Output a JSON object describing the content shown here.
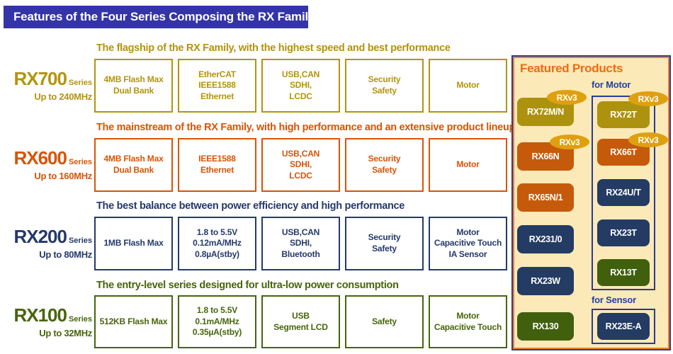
{
  "banner": {
    "title": "Features of the Four Series Composing the RX Family"
  },
  "series": [
    {
      "name": "RX700",
      "series_word": "Series",
      "freq": "Up to 240MHz",
      "headline": "The flagship of the RX Family, with the highest speed and best performance",
      "features": [
        "4MB Flash Max\nDual Bank",
        "EtherCAT\nIEEE1588\nEthernet",
        "USB,CAN\nSDHI,\nLCDC",
        "Security\nSafety",
        "Motor"
      ]
    },
    {
      "name": "RX600",
      "series_word": "Series",
      "freq": "Up to 160MHz",
      "headline": "The mainstream of the RX Family, with high performance and an extensive product lineup",
      "features": [
        "4MB Flash Max\nDual Bank",
        "IEEE1588\nEthernet",
        "USB,CAN\nSDHI,\nLCDC",
        "Security\nSafety",
        "Motor"
      ]
    },
    {
      "name": "RX200",
      "series_word": "Series",
      "freq": "Up to 80MHz",
      "headline": "The best balance between power efficiency and high performance",
      "features": [
        "1MB Flash Max",
        "1.8 to 5.5V\n0.12mA/MHz\n0.8µA(stby)",
        "USB,CAN\nSDHI,\nBluetooth",
        "Security\nSafety",
        "Motor\nCapacitive Touch\nIA Sensor"
      ]
    },
    {
      "name": "RX100",
      "series_word": "Series",
      "freq": "Up to 32MHz",
      "headline": "The entry-level series designed for ultra-low power consumption",
      "features": [
        "512KB Flash Max",
        "1.8 to 5.5V\n0.1mA/MHz\n0.35µA(stby)",
        "USB\nSegment LCD",
        "Safety",
        "Motor\nCapacitive Touch"
      ]
    }
  ],
  "featured": {
    "title": "Featured Products",
    "badge": "RXv3",
    "left_products": [
      {
        "label": "RX72M/N"
      },
      {
        "label": "RX66N"
      },
      {
        "label": "RX65N/1"
      },
      {
        "label": "RX231/0"
      },
      {
        "label": "RX23W"
      },
      {
        "label": "RX130"
      }
    ],
    "motor_group": {
      "label": "for Motor",
      "products": [
        {
          "label": "RX72T"
        },
        {
          "label": "RX66T"
        },
        {
          "label": "RX24U/T"
        },
        {
          "label": "RX23T"
        },
        {
          "label": "RX13T"
        }
      ]
    },
    "sensor_group": {
      "label": "for Sensor",
      "products": [
        {
          "label": "RX23E-A"
        }
      ]
    }
  },
  "colors": {
    "banner_bg": "#3434A8",
    "rx700_gold": "#B3940E",
    "rx600_orange": "#D85407",
    "rx200_navy": "#25396B",
    "rx100_green": "#47650B",
    "panel_bg": "#FBE9B7",
    "panel_border_outer": "#2A3B9A",
    "panel_border_inner": "#F07F24",
    "featured_title": "#F26A10",
    "badge_gold": "#DFA00F",
    "product_gold": "#AD9210",
    "product_orange": "#C65A0B",
    "product_navy": "#243B63",
    "product_green": "#41600E",
    "group_label_blue": "#2243A2"
  }
}
